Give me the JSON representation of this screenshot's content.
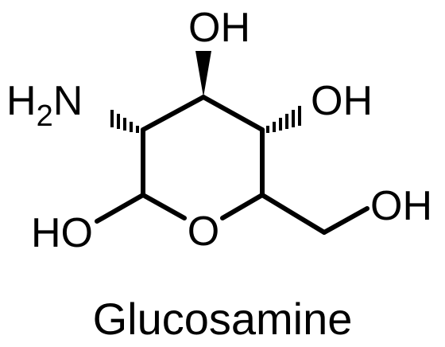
{
  "molecule": {
    "caption": "Glucosamine",
    "labels": {
      "oh_top": "OH",
      "amino_main": "H",
      "amino_sub": "2",
      "amino_tail": "N",
      "oh_right": "OH",
      "oh_far_right": "OH",
      "ho_left": "HO",
      "ring_oxygen": "O"
    }
  },
  "colors": {
    "ink": "#000000",
    "background": "#ffffff"
  }
}
